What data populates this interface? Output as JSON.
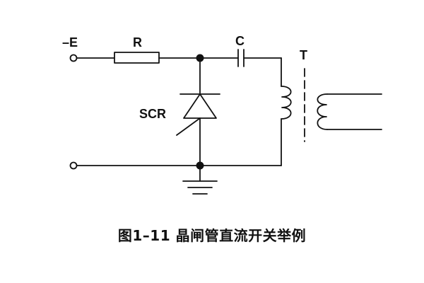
{
  "diagram": {
    "labels": {
      "source": "–E",
      "resistor": "R",
      "capacitor": "C",
      "transformer": "T",
      "thyristor": "SCR"
    }
  },
  "caption": "图1–11 晶闸管直流开关举例"
}
